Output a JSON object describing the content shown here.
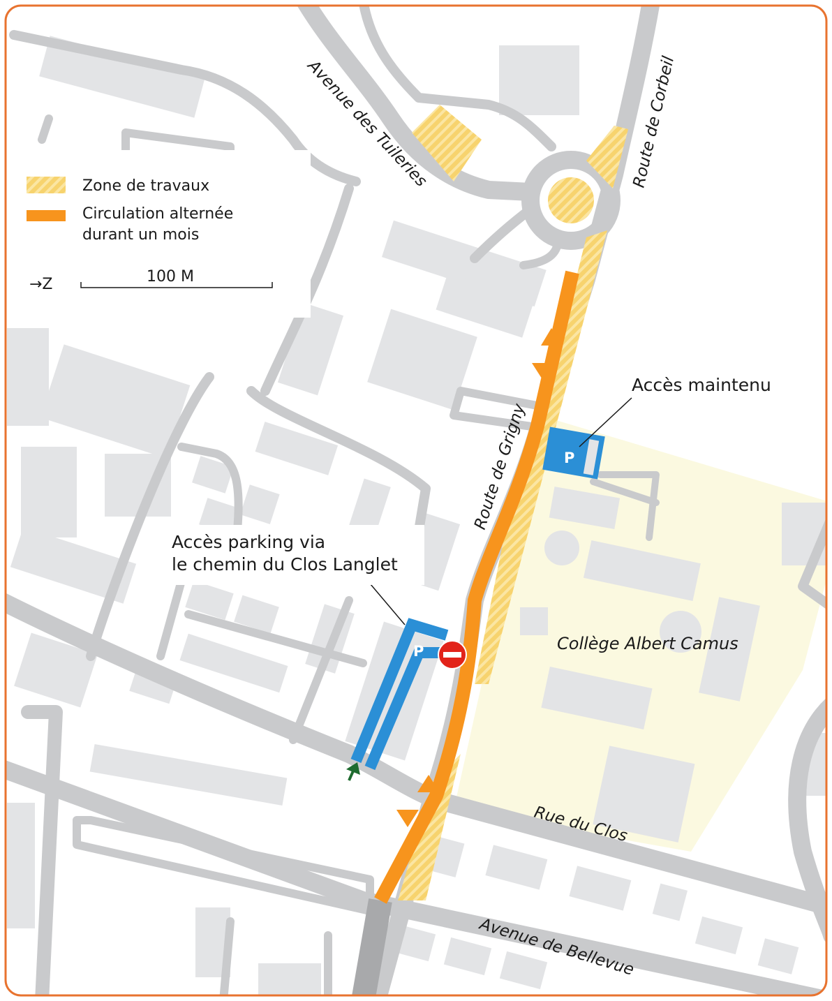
{
  "colors": {
    "frame": "#e8732f",
    "road": "#c9cacc",
    "building": "#e3e4e6",
    "school_zone": "#fbf9e0",
    "works_zone": "#f7d36e",
    "alternating_traffic": "#f7941d",
    "parking": "#2b8fd6",
    "no_entry": "#e2231a",
    "entry_arrow": "#1e6b2f"
  },
  "legend": {
    "works_label": "Zone de travaux",
    "alternating_label_line1": "Circulation alternée",
    "alternating_label_line2": "durant un mois",
    "north_label": "→Z",
    "scale_label": "100 M"
  },
  "streets": {
    "tuileries": "Avenue des Tuileries",
    "corbeil": "Route de Corbeil",
    "grigny": "Route de Grigny",
    "clos": "Rue du Clos",
    "bellevue": "Avenue de Bellevue"
  },
  "places": {
    "college": "Collège Albert Camus"
  },
  "callouts": {
    "maintained_access": "Accès maintenu",
    "parking_access_line1": "Accès parking via",
    "parking_access_line2": "le chemin du Clos Langlet"
  },
  "parking_symbol": "P",
  "icons": [
    "no-entry-icon",
    "entry-arrow-icon",
    "parking-icon",
    "north-arrow-icon",
    "two-way-arrow-icon"
  ]
}
